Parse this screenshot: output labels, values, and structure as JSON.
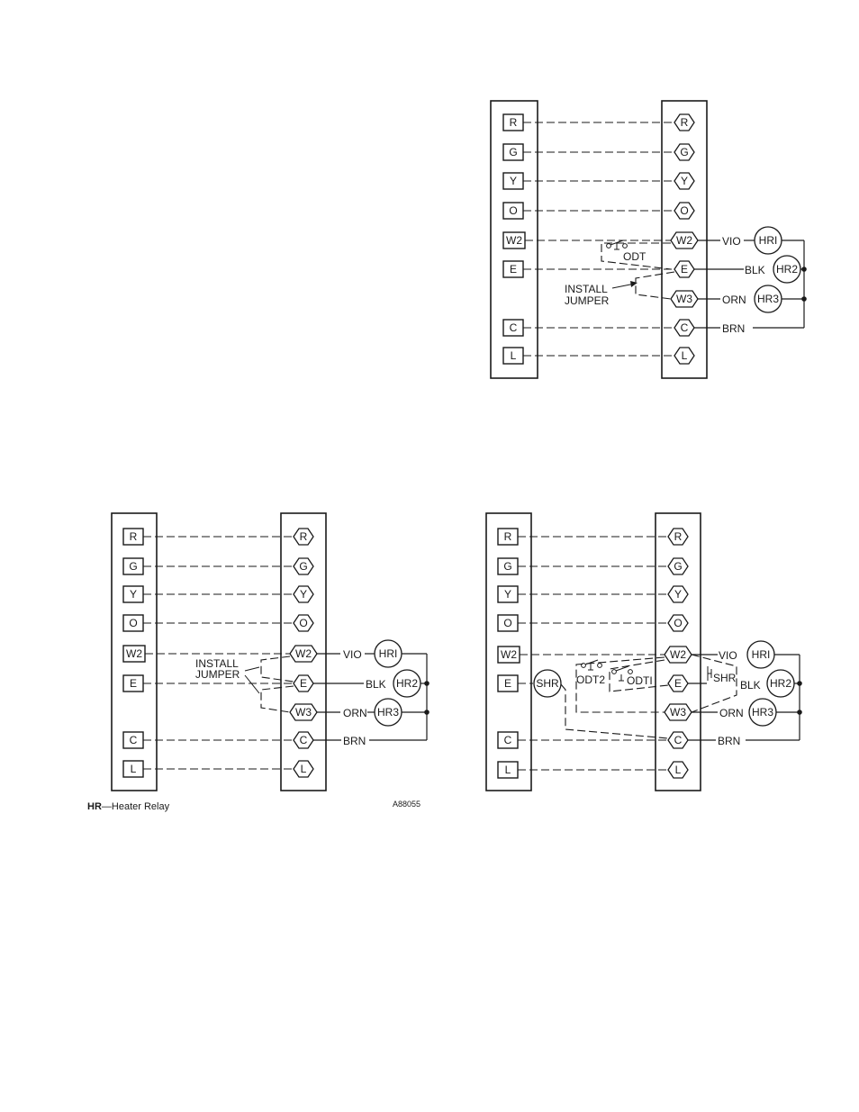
{
  "terminals": [
    "R",
    "G",
    "Y",
    "O",
    "W2",
    "E",
    "C",
    "L"
  ],
  "outdoor_terminals": [
    "R",
    "G",
    "Y",
    "O",
    "W2",
    "E",
    "W3",
    "C",
    "L"
  ],
  "wires": {
    "vio": "VIO",
    "blk": "BLK",
    "orn": "ORN",
    "brn": "BRN"
  },
  "relays": {
    "hr1": "HRI",
    "hr2": "HR2",
    "hr3": "HR3",
    "shr": "SHR"
  },
  "switches": {
    "odt": "ODT",
    "odt1": "ODTI",
    "odt2": "ODT2",
    "shr_contact": "SHR"
  },
  "jumper": {
    "line1": "INSTALL",
    "line2": "JUMPER"
  },
  "legend": {
    "abbr": "HR",
    "text": "—Heater Relay"
  },
  "figure_id": "A88055"
}
